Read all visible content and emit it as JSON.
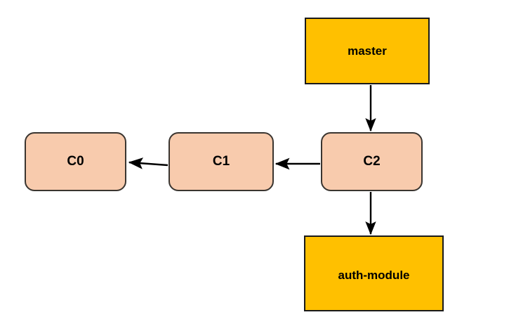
{
  "diagram": {
    "title": "git branch and commit graph",
    "background_color": "#ffffff",
    "branch_color": "#ffc000",
    "commit_color": "#f8cbad",
    "edge_color": "#000000",
    "border_color": "#1a1a1a",
    "nodes": {
      "master": {
        "label": "master",
        "type": "branch-pointer"
      },
      "auth_module": {
        "label": "auth-module",
        "type": "branch-pointer"
      },
      "c0": {
        "label": "C0",
        "type": "commit"
      },
      "c1": {
        "label": "C1",
        "type": "commit"
      },
      "c2": {
        "label": "C2",
        "type": "commit"
      }
    },
    "edges": [
      {
        "from": "master",
        "to": "c2",
        "direction": "down"
      },
      {
        "from": "c2",
        "to": "auth_module",
        "direction": "down"
      },
      {
        "from": "c2",
        "to": "c1",
        "direction": "left"
      },
      {
        "from": "c1",
        "to": "c0",
        "direction": "left"
      }
    ]
  }
}
